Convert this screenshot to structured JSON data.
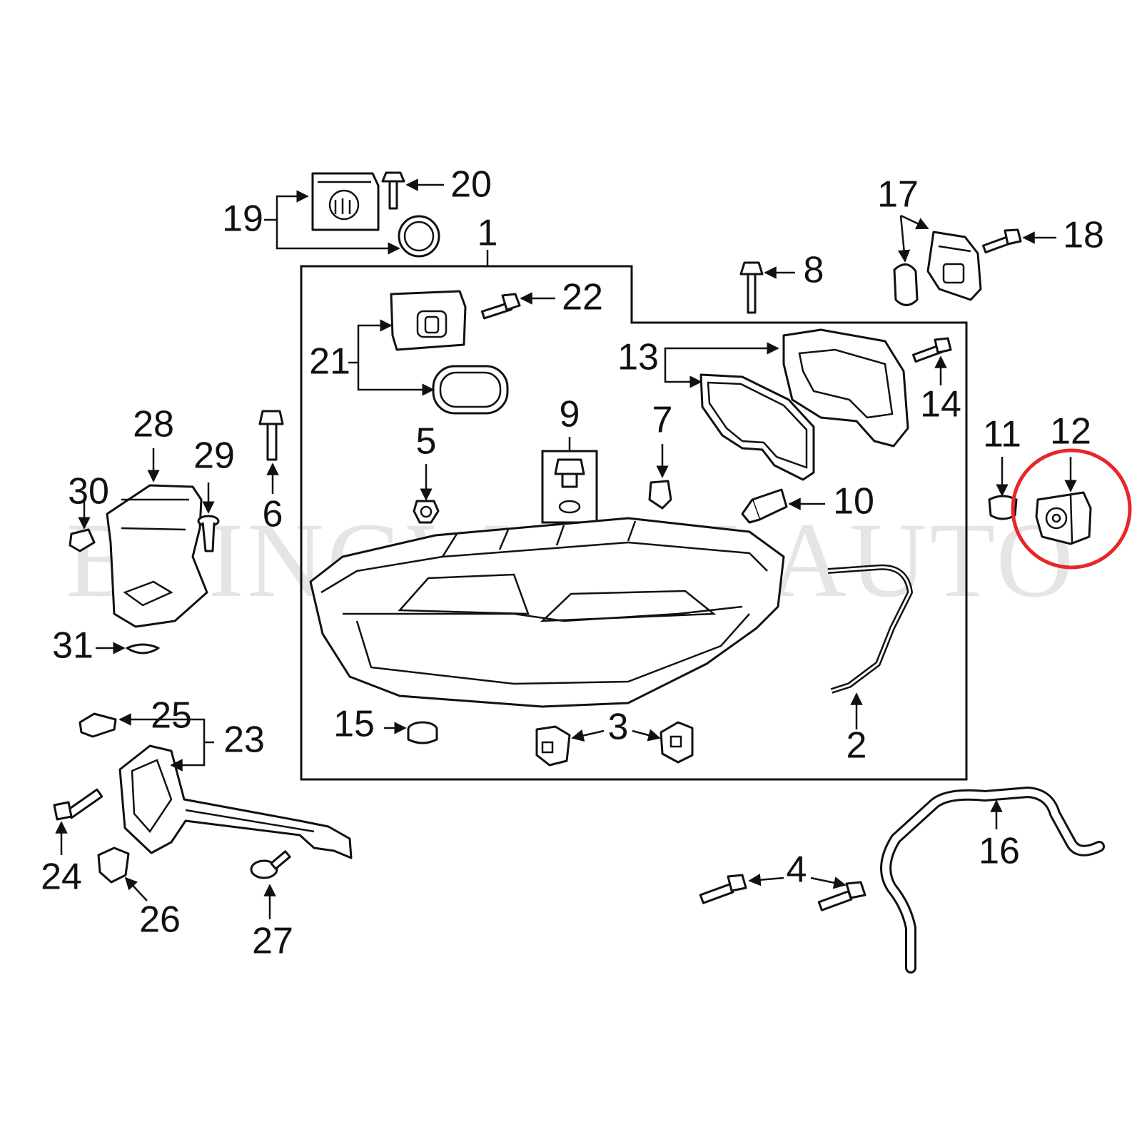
{
  "diagram": {
    "watermark": "BLINGWORK AUTO",
    "callouts": {
      "c1": "1",
      "c2": "2",
      "c3": "3",
      "c4": "4",
      "c5": "5",
      "c6": "6",
      "c7": "7",
      "c8": "8",
      "c9": "9",
      "c10": "10",
      "c11": "11",
      "c12": "12",
      "c13": "13",
      "c14": "14",
      "c15": "15",
      "c16": "16",
      "c17": "17",
      "c18": "18",
      "c19": "19",
      "c20": "20",
      "c21": "21",
      "c22": "22",
      "c23": "23",
      "c24": "24",
      "c25": "25",
      "c26": "26",
      "c27": "27",
      "c28": "28",
      "c29": "29",
      "c30": "30",
      "c31": "31"
    },
    "colors": {
      "line": "#111111",
      "highlight": "#e8262a",
      "watermark": "#cfcfcf",
      "background": "#ffffff"
    },
    "highlighted_part": "12"
  }
}
